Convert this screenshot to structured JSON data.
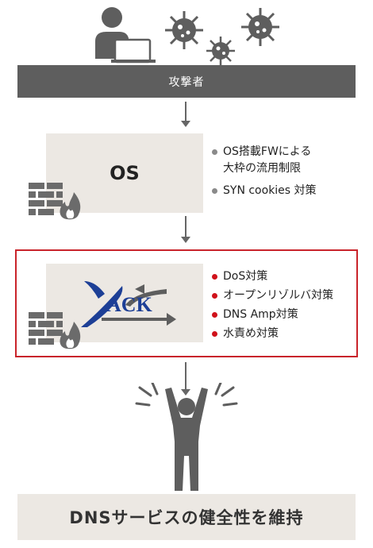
{
  "attacker": {
    "label": "攻撃者"
  },
  "os_layer": {
    "title": "OS",
    "features": [
      {
        "line1": "OS搭載FWによる",
        "line2": "大枠の流用制限"
      },
      {
        "line1": "SYN cookies 対策"
      }
    ]
  },
  "xack_layer": {
    "logo_text": "ACK",
    "features": [
      "DoS対策",
      "オープンリゾルバ対策",
      "DNS Amp対策",
      "水責め対策"
    ]
  },
  "result": {
    "label": "DNSサービスの健全性を維持"
  },
  "colors": {
    "dark_bar": "#5e5e5e",
    "panel": "#ece8e3",
    "accent_red": "#c9242b",
    "logo_blue": "#1d3f96"
  }
}
